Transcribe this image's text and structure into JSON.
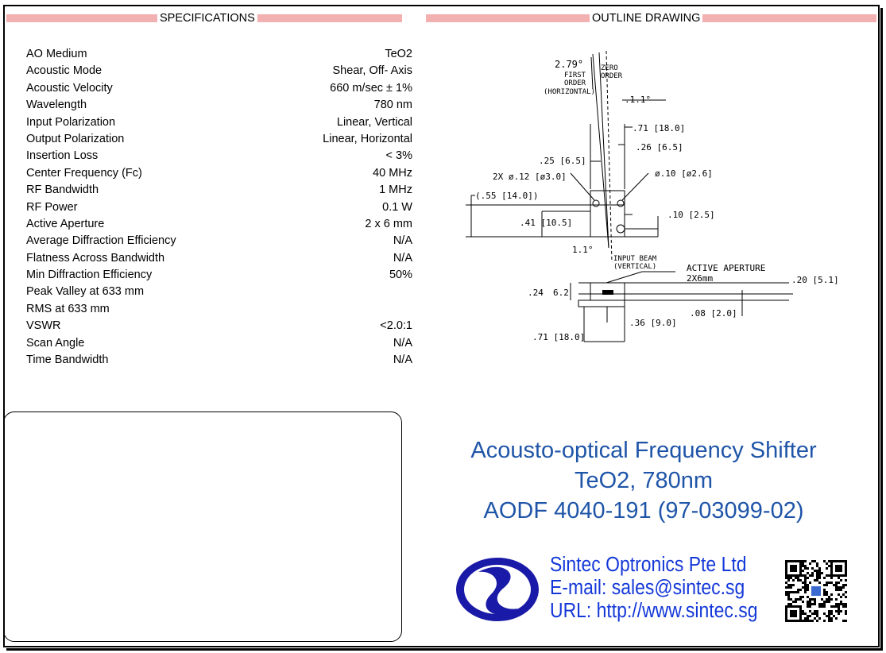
{
  "headers": {
    "specifications": "SPECIFICATIONS",
    "outline": "OUTLINE DRAWING"
  },
  "specs": [
    {
      "label": "AO Medium",
      "value": "TeO2"
    },
    {
      "label": "Acoustic Mode",
      "value": "Shear, Off- Axis"
    },
    {
      "label": "Acoustic Velocity",
      "value": "660 m/sec ± 1%"
    },
    {
      "label": "Wavelength",
      "value": "780 nm"
    },
    {
      "label": "Input Polarization",
      "value": "Linear, Vertical"
    },
    {
      "label": "Output Polarization",
      "value": "Linear, Horizontal"
    },
    {
      "label": "Insertion Loss",
      "value": "< 3%"
    },
    {
      "label": "Center Frequency (Fc)",
      "value": "40 MHz"
    },
    {
      "label": "RF Bandwidth",
      "value": "1 MHz"
    },
    {
      "label": "RF Power",
      "value": "0.1 W"
    },
    {
      "label": "Active Aperture",
      "value": "2 x 6 mm"
    },
    {
      "label": "Average Diffraction Efficiency",
      "value": "N/A"
    },
    {
      "label": "Flatness Across Bandwidth",
      "value": "N/A"
    },
    {
      "label": "Min Diffraction Efficiency",
      "value": "50%"
    },
    {
      "label": "Peak Valley at 633 mm",
      "value": ""
    },
    {
      "label": "RMS at 633 mm",
      "value": ""
    },
    {
      "label": "VSWR",
      "value": "<2.0:1"
    },
    {
      "label": "Scan Angle",
      "value": "N/A"
    },
    {
      "label": "Time Bandwidth",
      "value": "N/A"
    }
  ],
  "drawing": {
    "angle_first": "2.79°",
    "first_order": "FIRST",
    "first_order2": "ORDER",
    "horizontal": "(HORIZONTAL)",
    "zero": "ZERO",
    "zero_order": "ORDER",
    "deg11_top": ".1.1°",
    "dim_71_top": ".71 [18.0]",
    "dim_25": ".25 [6.5]",
    "dim_26": ".26 [6.5]",
    "hole_2x": "2X ø.12 [ø3.0]",
    "hole_10": "ø.10 [ø2.6]",
    "dim_55": "(.55 [14.0])",
    "dim_41": ".41 [10.5]",
    "dim_10": ".10 [2.5]",
    "deg11_bottom": "1.1°",
    "input_beam": "INPUT BEAM",
    "vertical": "(VERTICAL)",
    "active_aperture": "ACTIVE APERTURE",
    "aperture_size": "2X6mm",
    "dim_24": ".24",
    "dim_62": "6.2",
    "dim_20": ".20 [5.1]",
    "dim_08": ".08 [2.0]",
    "dim_36": ".36 [9.0]",
    "dim_71_bottom": ".71 [18.0]"
  },
  "title": {
    "line1": "Acousto-optical Frequency Shifter",
    "line2": "TeO2, 780nm",
    "line3": "AODF 4040-191 (97-03099-02)"
  },
  "company": {
    "name": "Sintec Optronics Pte Ltd",
    "email": "E-mail: sales@sintec.sg",
    "url": "URL: http://www.sintec.sg"
  },
  "colors": {
    "title_blue": "#1f55a8",
    "company_blue": "#1438d8",
    "header_pink": "#f2b0b0"
  }
}
